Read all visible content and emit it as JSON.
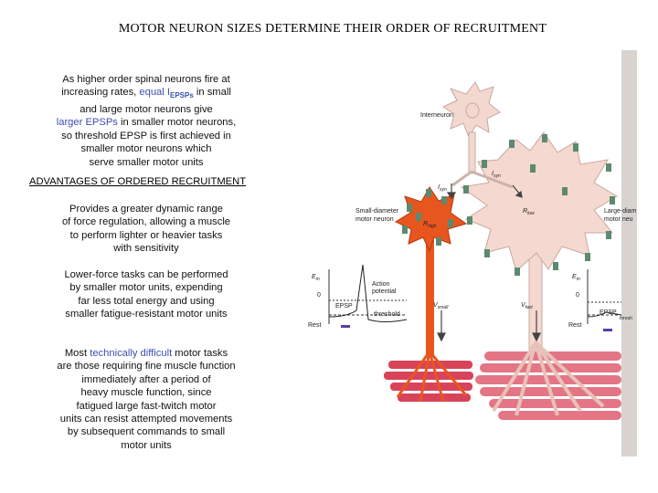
{
  "title": "MOTOR NEURON SIZES DETERMINE THEIR ORDER OF RECRUITMENT",
  "intro": {
    "t1": "As higher order spinal neurons fire at",
    "t2": "increasing rates, ",
    "t3": "equal I",
    "t3sub": "EPSPs",
    "t4": " in small",
    "t5": "and large motor neurons give",
    "t6": "larger EPSPs",
    "t7": " in smaller motor neurons,",
    "t8": "so threshold EPSP is first achieved in",
    "t9": "smaller motor neurons which",
    "t10": "serve smaller motor units"
  },
  "advantages_heading": "ADVANTAGES OF ORDERED RECRUITMENT",
  "para1": [
    "Provides a greater dynamic range",
    "of force regulation, allowing a muscle",
    "to perform lighter or heavier tasks",
    "with sensitivity"
  ],
  "para2": [
    "Lower-force tasks can be performed",
    "by smaller motor units, expending",
    "far less total energy and using",
    "smaller fatigue-resistant motor units"
  ],
  "para3": {
    "l1a": "Most ",
    "l1b": "technically difficult",
    "l1c": " motor tasks",
    "rest": [
      "are those requiring fine muscle function",
      "immediately after a period of",
      "heavy muscle function, since",
      "fatigued large fast-twitch motor",
      "units can resist attempted movements",
      "by subsequent commands to small",
      "motor units"
    ]
  },
  "figure": {
    "interneuron": "Interneuron",
    "small_neuron": [
      "Small-diameter",
      "motor neuron"
    ],
    "large_neuron": [
      "Large-diam",
      "motor neu"
    ],
    "isyn": "I",
    "isyn_sub": "syn",
    "rhigh": "R",
    "rhigh_sub": "high",
    "rlow": "R",
    "rlow_sub": "low",
    "em": "E",
    "em_sub": "m",
    "zero": "0",
    "action_potential": [
      "Action",
      "potential"
    ],
    "epsp": "EPSP",
    "threshold": "threshold",
    "rest": "Rest",
    "vsmall": "V",
    "vsmall_sub": "small",
    "vfast": "V",
    "vfast_sub": "fast",
    "epsp_right": "EPSP",
    "threshold_right": "thresh",
    "colors": {
      "soma_small": "#e8561f",
      "soma_large": "#f5d8cf",
      "interneuron": "#f3d8d0",
      "muscle": "#d9435a",
      "synapse": "#5c8a70"
    }
  }
}
